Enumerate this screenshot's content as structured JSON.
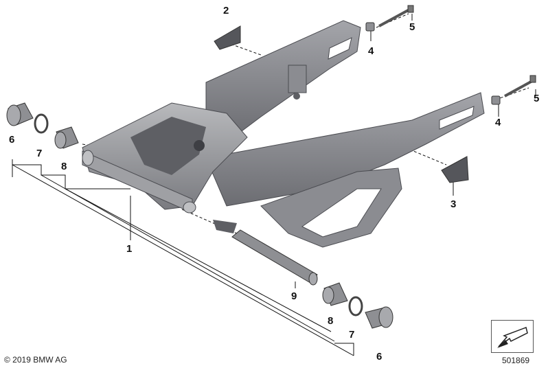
{
  "diagram": {
    "callouts": [
      {
        "id": "c2",
        "label": "2"
      },
      {
        "id": "c4a",
        "label": "4"
      },
      {
        "id": "c5a",
        "label": "5"
      },
      {
        "id": "c5b",
        "label": "5"
      },
      {
        "id": "c4b",
        "label": "4"
      },
      {
        "id": "c3",
        "label": "3"
      },
      {
        "id": "c6a",
        "label": "6"
      },
      {
        "id": "c7a",
        "label": "7"
      },
      {
        "id": "c8a",
        "label": "8"
      },
      {
        "id": "c1",
        "label": "1"
      },
      {
        "id": "c9",
        "label": "9"
      },
      {
        "id": "c8b",
        "label": "8"
      },
      {
        "id": "c7b",
        "label": "7"
      },
      {
        "id": "c6b",
        "label": "6"
      }
    ],
    "copyright": "© 2019 BMW AG",
    "figure_number": "501869",
    "colors": {
      "part_dark": "#7a7b80",
      "part_mid": "#9a9ba0",
      "part_light": "#c4c5c8",
      "line": "#111111"
    }
  }
}
